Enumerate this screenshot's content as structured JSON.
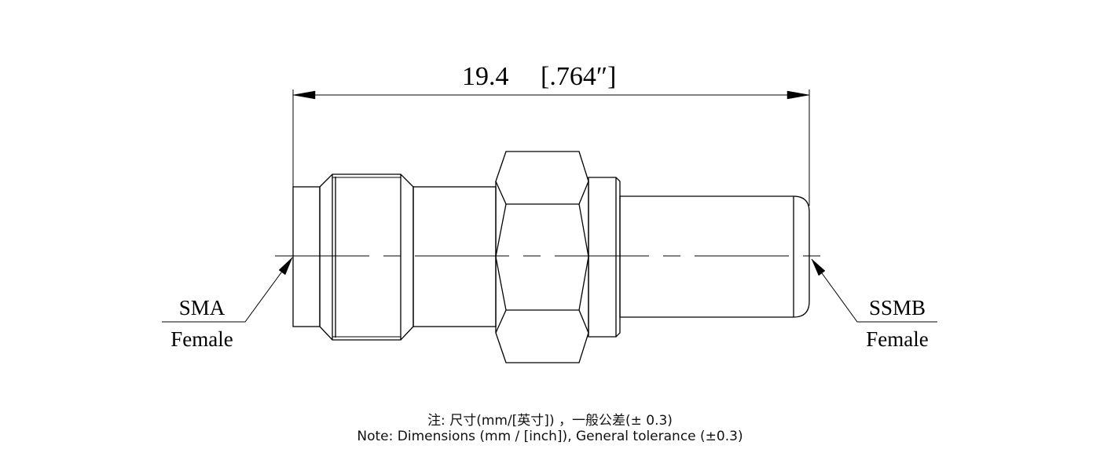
{
  "dimension": {
    "value": "19.4",
    "imperial": "[.764″]"
  },
  "labels": {
    "left": {
      "type": "SMA",
      "gender": "Female"
    },
    "right": {
      "type": "SSMB",
      "gender": "Female"
    }
  },
  "notes": {
    "cn": "注: 尺寸(mm/[英寸]) ，一般公差(± 0.3)",
    "en": "Note: Dimensions (mm / [inch]), General tolerance (±0.3)"
  }
}
